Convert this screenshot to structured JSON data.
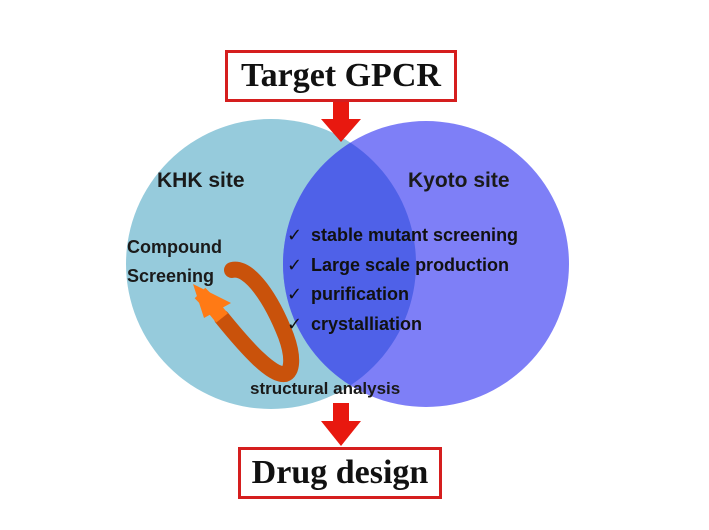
{
  "diagram": {
    "top_box": "Target GPCR",
    "bottom_box": "Drug design",
    "left_circle_label": "KHK site",
    "right_circle_label": "Kyoto site",
    "left_task_lines": [
      "Compound",
      "Screening"
    ],
    "overlap_items": [
      "stable mutant screening",
      "Large scale production",
      "purification",
      "crystalliation"
    ],
    "overlap_bottom_label": "structural analysis",
    "check_glyph": "✓",
    "colors": {
      "left_circle": "#96cbdc",
      "right_circle": "#7e7ff7",
      "overlap": "#4f61e8",
      "arrows": "#e8180f",
      "box_border": "#d51e1e",
      "curved_arrow_light": "#ff7a15",
      "curved_arrow_dark": "#c9520b"
    },
    "icons": [
      "down-arrow-icon",
      "curved-arrow-icon",
      "check-icon"
    ]
  }
}
